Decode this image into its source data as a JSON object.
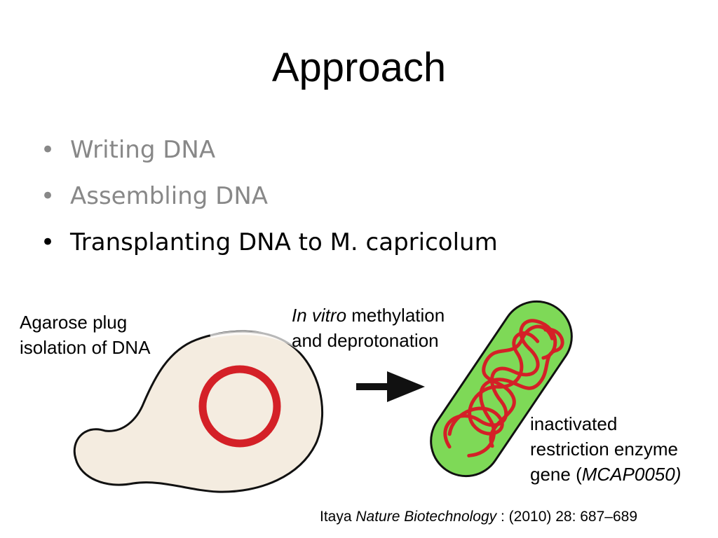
{
  "slide": {
    "title": "Approach",
    "bullets": [
      {
        "text": "Writing DNA",
        "state": "dimmed"
      },
      {
        "text": "Assembling DNA",
        "state": "dimmed"
      },
      {
        "text": "Transplanting DNA to M. capricolum",
        "state": "active"
      }
    ],
    "bullet_glyph": "•"
  },
  "diagram": {
    "left_label": {
      "line1": "Agarose plug",
      "line2": "isolation of DNA"
    },
    "top_label": {
      "line1_italic": "In vitro",
      "line1_rest": " methylation",
      "line2": "and deprotonation"
    },
    "right_label": {
      "line1": "inactivated",
      "line2": "restriction enzyme",
      "line3_prefix": "gene (",
      "line3_italic": "MCAP0050)"
    },
    "icons": [
      "yeast-cell-icon",
      "circular-dna-icon",
      "arrow-right-icon",
      "bacterium-cell-icon",
      "tangled-dna-icon"
    ],
    "colors": {
      "yeast_fill": "#f4ece0",
      "dna_red": "#d42027",
      "bacterium_green": "#7ed957",
      "outline": "#111111"
    }
  },
  "citation": {
    "author": "Itaya ",
    "journal": "Nature Biotechnology",
    "details": " : (2010) 28: 687–689"
  }
}
